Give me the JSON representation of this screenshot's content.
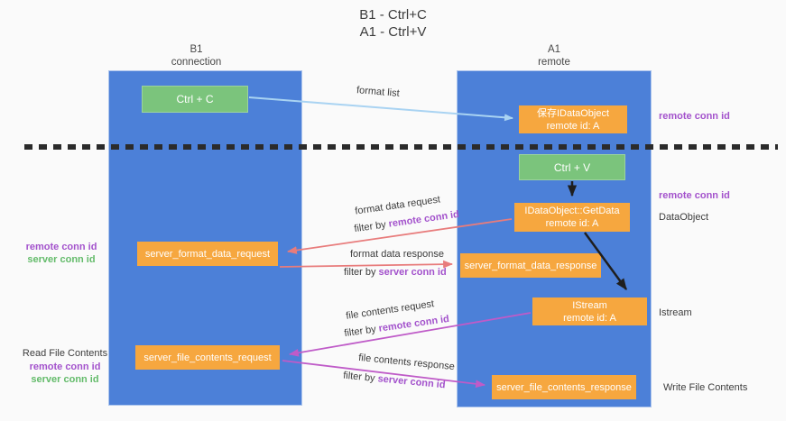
{
  "title": {
    "line1": "B1 - Ctrl+C",
    "line2": "A1 - Ctrl+V"
  },
  "lifelines": {
    "left": {
      "name": "B1",
      "role": "connection"
    },
    "right": {
      "name": "A1",
      "role": "remote"
    }
  },
  "nodes": {
    "ctrl_c": {
      "label": "Ctrl + C"
    },
    "ctrl_v": {
      "label": "Ctrl + V"
    },
    "save_idataobject": {
      "line1": "保存IDataObject",
      "line2": "remote id: A"
    },
    "getdata": {
      "line1": "IDataObject::GetData",
      "line2": "remote id: A"
    },
    "istream": {
      "line1": "IStream",
      "line2": "remote id: A"
    },
    "format_request": {
      "label": "server_format_data_request"
    },
    "format_response": {
      "label": "server_format_data_response"
    },
    "file_request": {
      "label": "server_file_contents_request"
    },
    "file_response": {
      "label": "server_file_contents_response"
    }
  },
  "edges": {
    "format_list": {
      "label": "format list"
    },
    "format_data_request": {
      "label": "format data request",
      "filter_prefix": "filter by ",
      "filter_key": "remote conn id"
    },
    "format_data_response": {
      "label": "format data response",
      "filter_prefix": "filter by ",
      "filter_key": "server conn id"
    },
    "file_contents_request": {
      "label": "file contents request",
      "filter_prefix": "filter by ",
      "filter_key": "remote conn id"
    },
    "file_contents_response": {
      "label": "file contents response",
      "filter_prefix": "filter by ",
      "filter_key": "server conn id"
    }
  },
  "annotations": {
    "right_remote_conn_id_top": "remote conn id",
    "right_remote_conn_id_mid": "remote conn id",
    "dataobject": "DataObject",
    "istream": "Istream",
    "write_file_contents": "Write File Contents",
    "left_format_remote_conn_id": "remote conn id",
    "left_format_server_conn_id": "server conn id",
    "read_file_contents": "Read File Contents",
    "left_file_remote_conn_id": "remote conn id",
    "left_file_server_conn_id": "server conn id"
  },
  "colors": {
    "lifeline_blue": "#4C80D8",
    "node_green": "#7BC47C",
    "node_orange": "#F6A73F",
    "arrow_lightblue": "#A9D3F2",
    "arrow_salmon": "#E87C7C",
    "arrow_magenta": "#BF5BC8",
    "arrow_black": "#1f1f1f",
    "text_purple": "#A352CC",
    "text_green": "#63BB6A",
    "dashed_separator": "#2b2b2b"
  }
}
